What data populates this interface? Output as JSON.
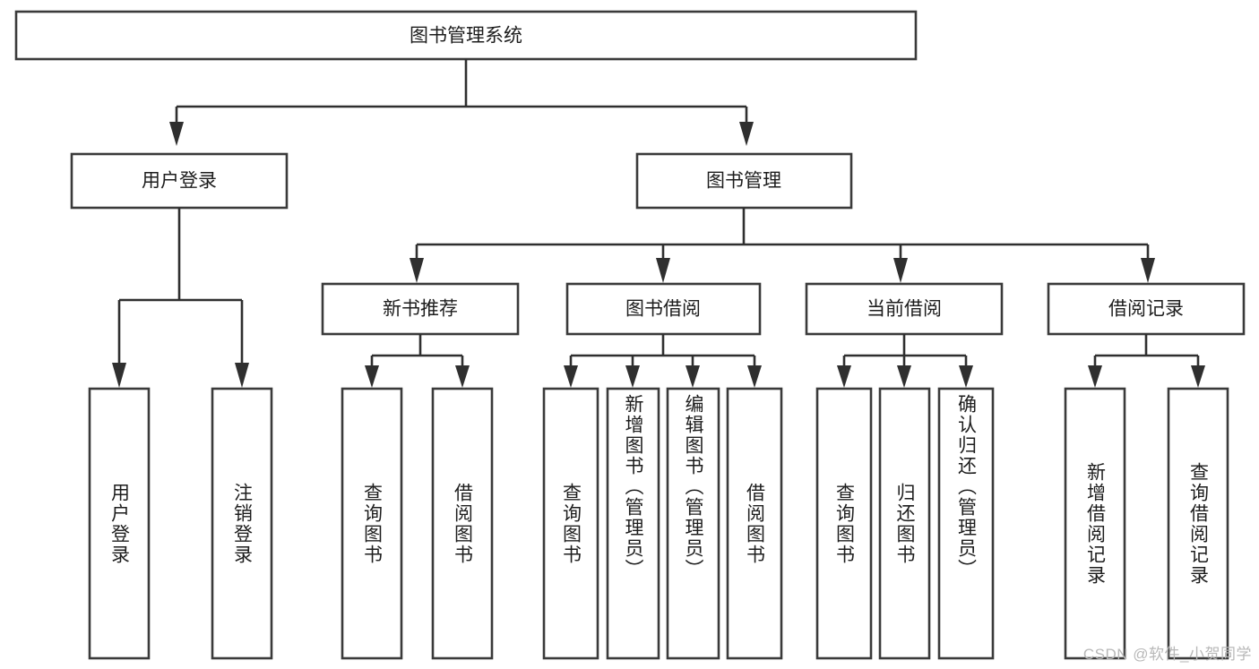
{
  "diagram": {
    "type": "tree",
    "title_node": {
      "label": "图书管理系统"
    },
    "level2": [
      {
        "label": "用户登录"
      },
      {
        "label": "图书管理"
      }
    ],
    "level3": [
      {
        "label": "新书推荐"
      },
      {
        "label": "图书借阅"
      },
      {
        "label": "当前借阅"
      },
      {
        "label": "借阅记录"
      }
    ],
    "leaves": {
      "user_login": [
        {
          "label": "用户登录"
        },
        {
          "label": "注销登录"
        }
      ],
      "new_book_recommend": [
        {
          "label": "查询图书"
        },
        {
          "label": "借阅图书"
        }
      ],
      "book_borrow": [
        {
          "label": "查询图书"
        },
        {
          "label": "新增图书（管理员）"
        },
        {
          "label": "编辑图书（管理员）"
        },
        {
          "label": "借阅图书"
        }
      ],
      "current_borrow": [
        {
          "label": "查询图书"
        },
        {
          "label": "归还图书"
        },
        {
          "label": "确认归还（管理员）"
        }
      ],
      "borrow_record": [
        {
          "label": "新增借阅记录"
        },
        {
          "label": "查询借阅记录"
        }
      ]
    }
  },
  "watermark": {
    "text": "CSDN @软件_小贺同学"
  },
  "colors": {
    "box_stroke": "#3a3a3a",
    "connector": "#2f2f2f",
    "text": "#1d1d1d",
    "background": "#ffffff",
    "watermark": "#b8b8b8"
  }
}
